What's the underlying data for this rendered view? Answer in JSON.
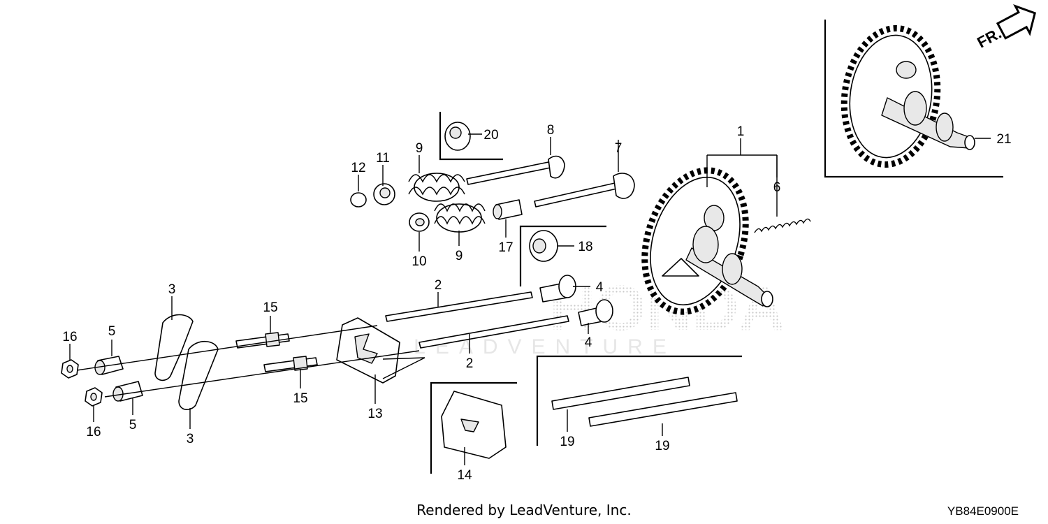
{
  "diagram": {
    "callouts": {
      "c1": "1",
      "c2a": "2",
      "c2b": "2",
      "c3a": "3",
      "c3b": "3",
      "c4a": "4",
      "c4b": "4",
      "c5a": "5",
      "c5b": "5",
      "c6": "6",
      "c7": "7",
      "c8": "8",
      "c9a": "9",
      "c9b": "9",
      "c10": "10",
      "c11": "11",
      "c12": "12",
      "c13": "13",
      "c14": "14",
      "c15a": "15",
      "c15b": "15",
      "c16a": "16",
      "c16b": "16",
      "c17": "17",
      "c18": "18",
      "c19a": "19",
      "c19b": "19",
      "c20": "20",
      "c21": "21"
    },
    "front_arrow_label": "FR.",
    "watermark": {
      "brand": "HONDA",
      "sub": "LEADVENTURE"
    }
  },
  "footer": {
    "credit": "Rendered by LeadVenture, Inc.",
    "code": "YB84E0900E"
  }
}
